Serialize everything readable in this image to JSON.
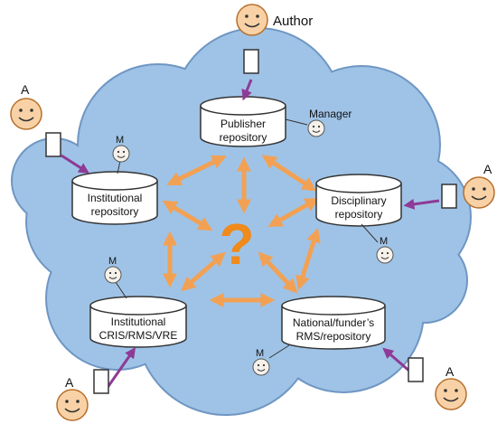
{
  "colors": {
    "cloud_fill": "#9fc3e6",
    "cloud_stroke": "#6f96c3",
    "arrow": "#f2a154",
    "question": "#ef8a1c",
    "author_arrow": "#8e3a96",
    "face_fill": "#f8d2a6",
    "face_stroke": "#b86e2a"
  },
  "labels": {
    "author": "Author",
    "manager": "Manager",
    "author_short": "A",
    "manager_short": "M",
    "question_mark": "?"
  },
  "repositories": {
    "publisher": {
      "line1": "Publisher",
      "line2": "repository"
    },
    "institutional": {
      "line1": "Institutional",
      "line2": "repository"
    },
    "disciplinary": {
      "line1": "Disciplinary",
      "line2": "repository"
    },
    "cris": {
      "line1": "Institutional",
      "line2": "CRIS/RMS/VRE"
    },
    "national": {
      "line1": "National/funder’s",
      "line2": "RMS/repository"
    }
  }
}
